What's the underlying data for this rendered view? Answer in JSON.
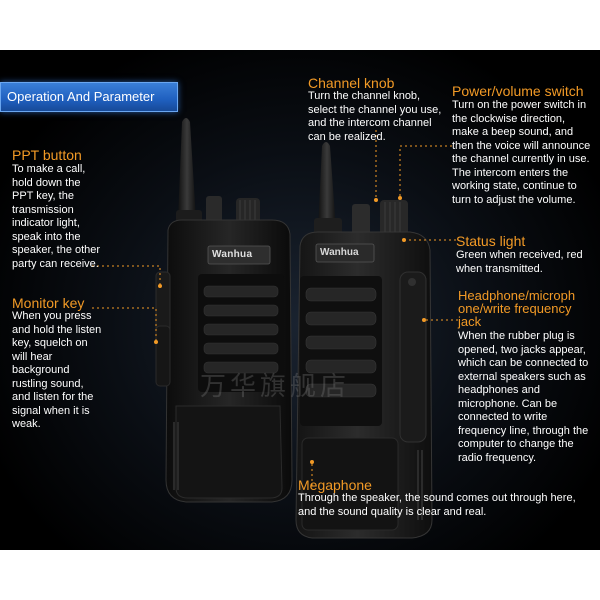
{
  "header": {
    "title": "Operation And Parameter"
  },
  "brand": {
    "left_logo": "Wanhua",
    "right_logo": "Wanhua"
  },
  "watermark": "万华旗舰店",
  "callouts": {
    "ppt": {
      "title": "PPT button",
      "body": "To make a call, hold down the PPT key, the transmission indicator light, speak into the speaker, the other party can receive."
    },
    "monitor": {
      "title": "Monitor key",
      "body": "When you press and hold the listen key, squelch on will hear background rustling sound, and listen for the signal when it is weak."
    },
    "channel": {
      "title": "Channel knob",
      "body": "Turn the channel knob, select the channel you use, and the intercom channel can be realized."
    },
    "power": {
      "title": "Power/volume switch",
      "body": "Turn on the power switch in the clockwise direction, make a beep sound, and then the voice will announce the channel currently in use. The intercom enters the working state, continue to turn to adjust the volume."
    },
    "status": {
      "title": "Status light",
      "body": "Green when received, red when transmitted."
    },
    "headphone": {
      "title": "Headphone/microph one/write frequency jack",
      "body": "When the rubber plug is opened, two jacks appear, which can be connected to external speakers such as headphones and microphone. Can be connected to write frequency line, through the computer to change the radio frequency."
    },
    "megaphone": {
      "title": "Megaphone",
      "body": "Through the speaker, the sound comes out through here, and the sound quality is clear and real."
    }
  },
  "colors": {
    "accent_orange": "#f29a26",
    "banner_blue": "#1f5fbf",
    "text_white": "#ffffff",
    "background": "#000000"
  }
}
